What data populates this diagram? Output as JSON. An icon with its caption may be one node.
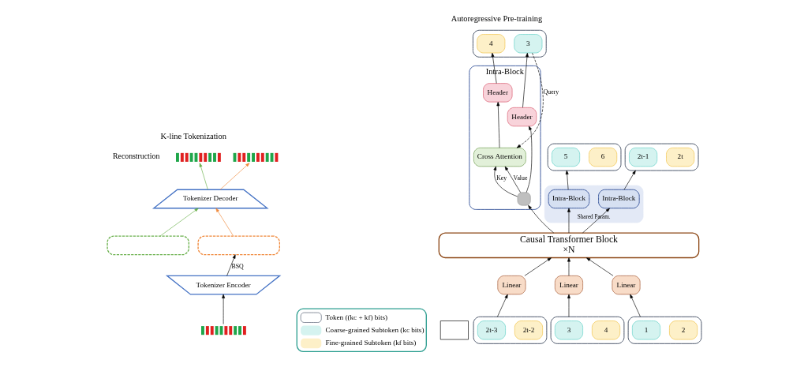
{
  "diagram": {
    "nodes": [
      {
        "text": [],
        "shape": "picture"
      },
      {
        "text": [
          "Tokenizer Encoder"
        ]
      },
      {
        "text": [],
        "shape": "box"
      },
      {
        "text": [],
        "shape": "box"
      },
      {
        "text": [
          "Tokenizer Decoder"
        ]
      },
      {
        "text": [],
        "shape": "picture"
      },
      {
        "text": [],
        "shape": "picture"
      },
      {
        "text": [],
        "shape": "box"
      },
      {
        "text": [
          "3"
        ],
        "in": 7
      },
      {
        "text": [
          "4"
        ],
        "in": 7
      },
      {
        "text": [
          "Intra-Block"
        ]
      },
      {
        "text": [
          "Header"
        ],
        "in": 10
      },
      {
        "text": [
          "Header"
        ],
        "in": 10
      },
      {
        "text": [
          "Cross Attention"
        ],
        "in": 10
      },
      {
        "text": [],
        "shape": "box",
        "in": 10
      },
      {
        "text": [],
        "shape": "box"
      },
      {
        "text": [],
        "shape": "box"
      },
      {
        "text": [
          "5"
        ],
        "in": 16
      },
      {
        "text": [
          "6"
        ],
        "in": 16
      },
      {
        "text": [],
        "shape": "box"
      },
      {
        "text": [
          "2t-1"
        ],
        "in": 19
      },
      {
        "text": [
          "2t"
        ],
        "in": 19
      },
      {
        "text": [
          "Shared Param."
        ]
      },
      {
        "text": [
          "Intra-Block"
        ],
        "in": 22
      },
      {
        "text": [
          "Intra-Block"
        ],
        "in": 22
      },
      {
        "text": [
          "Causal Transformer Block",
          "×N"
        ]
      },
      {
        "text": [
          "Linear"
        ]
      },
      {
        "text": [
          "Linear"
        ]
      },
      {
        "text": [
          "Linear"
        ]
      },
      {
        "text": [],
        "shape": "box"
      },
      {
        "text": [
          "1"
        ],
        "in": 29
      },
      {
        "text": [
          "2"
        ],
        "in": 29
      },
      {
        "text": [],
        "shape": "box"
      },
      {
        "text": [
          "3"
        ],
        "in": 32
      },
      {
        "text": [
          "4"
        ],
        "in": 32
      },
      {
        "text": [],
        "shape": "box"
      },
      {
        "text": [
          "2t-3"
        ],
        "in": 35
      },
      {
        "text": [
          "2t-2"
        ],
        "in": 35
      }
    ],
    "edges": [
      {
        "from": 0,
        "to": 1,
        "arrow": "to"
      },
      {
        "from": 1,
        "to": 2,
        "arrow": "to",
        "label": "BSQ"
      },
      {
        "from": 3,
        "to": 4,
        "arrow": "to",
        "color": "#6ab04c"
      },
      {
        "from": 2,
        "to": 4,
        "arrow": "to",
        "color": "#f0883a"
      },
      {
        "from": 4,
        "to": 5,
        "arrow": "to",
        "color": "#6ab04c"
      },
      {
        "from": 4,
        "to": 6,
        "arrow": "to",
        "color": "#f0883a"
      },
      {
        "from": 29,
        "to": 26,
        "arrow": "to"
      },
      {
        "from": 32,
        "to": 27,
        "arrow": "to"
      },
      {
        "from": 35,
        "to": 28,
        "arrow": "to"
      },
      {
        "from": 26,
        "to": 25,
        "arrow": "to"
      },
      {
        "from": 27,
        "to": 25,
        "arrow": "to"
      },
      {
        "from": 28,
        "to": 25,
        "arrow": "to"
      },
      {
        "from": 25,
        "to": 14,
        "arrow": "to"
      },
      {
        "from": 25,
        "to": 23,
        "arrow": "to"
      },
      {
        "from": 25,
        "to": 24,
        "arrow": "to"
      },
      {
        "from": 14,
        "to": 11,
        "arrow": "to"
      },
      {
        "from": 14,
        "to": 13,
        "arrow": "to",
        "label": "Key"
      },
      {
        "from": 14,
        "to": 13,
        "arrow": "to",
        "label": "Value"
      },
      {
        "from": 11,
        "to": 8,
        "arrow": "to"
      },
      {
        "from": 8,
        "to": 13,
        "arrow": "to",
        "label": "Query",
        "style": "dashed"
      },
      {
        "from": 13,
        "to": 12,
        "arrow": "to"
      },
      {
        "from": 12,
        "to": 9,
        "arrow": "to"
      },
      {
        "from": 23,
        "to": 16,
        "arrow": "to"
      },
      {
        "from": 24,
        "to": 19,
        "arrow": "to"
      }
    ],
    "labels": [
      "K-line Tokenization",
      "Reconstruction",
      "Autoregressive Pre-training"
    ],
    "legend": [
      {
        "text": "Token ((kc + kf) bits)"
      },
      {
        "text": "Coarse-grained Subtoken (kc bits)",
        "color": "#d5f3f0"
      },
      {
        "text": "Fine-grained Subtoken (kf bits)",
        "color": "#fdf0c8"
      }
    ]
  }
}
